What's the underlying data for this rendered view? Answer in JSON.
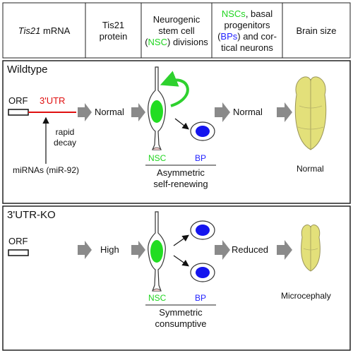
{
  "header": {
    "col1_italic": "Tis21",
    "col1_rest": " mRNA",
    "col2_line1": "Tis21",
    "col2_line2": "protein",
    "col3_line1": "Neurogenic",
    "col3_line2": "stem cell",
    "col3_paren_open": "(",
    "col3_nsc": "NSC",
    "col3_paren_rest": ") divisions",
    "col4_nscs": "NSCs",
    "col4_rest1": ", basal",
    "col4_line2": "progenitors",
    "col4_paren_open": "(",
    "col4_bps": "BPs",
    "col4_rest3": ") and cor-",
    "col4_line4": "tical neurons",
    "col5": "Brain size"
  },
  "wildtype": {
    "title": "Wildtype",
    "orf": "ORF",
    "utr": "3'UTR",
    "rapid": "rapid",
    "decay": "decay",
    "mirnas": "miRNAs (miR-92)",
    "protein": "Normal",
    "nsc_label": "NSC",
    "bp_label": "BP",
    "division_line1": "Asymmetric",
    "division_line2": "self-renewing",
    "progenitors": "Normal",
    "brain": "Normal"
  },
  "ko": {
    "title": "3'UTR-KO",
    "orf": "ORF",
    "protein": "High",
    "nsc_label": "NSC",
    "bp_label": "BP",
    "division_line1": "Symmetric",
    "division_line2": "consumptive",
    "progenitors": "Reduced",
    "brain": "Microcephaly"
  },
  "colors": {
    "nsc_green": "#1fd51f",
    "bp_blue": "#2323ff",
    "utr_red": "#e01010",
    "brain_yellow": "#e3e07a",
    "arrow_gray": "#8a8a8a"
  }
}
